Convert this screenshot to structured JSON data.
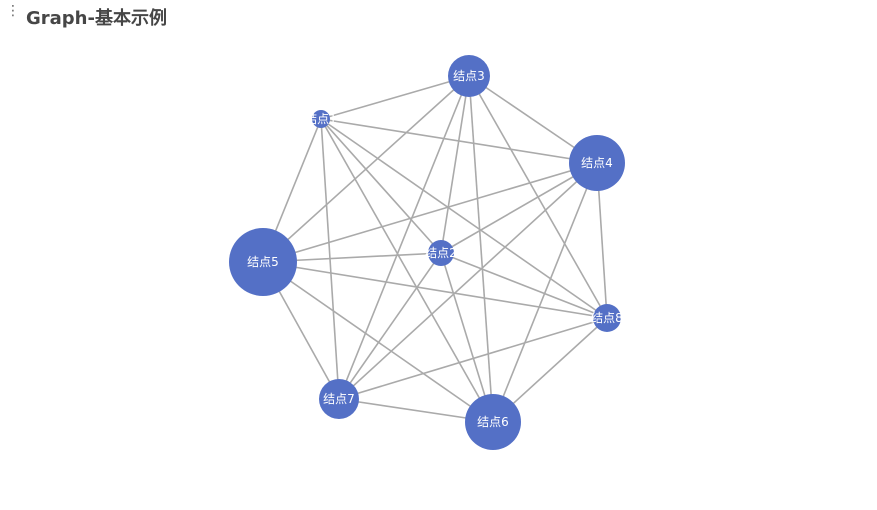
{
  "header": {
    "menu_glyph": "⋮",
    "title": "Graph-基本示例"
  },
  "graph": {
    "node_color": "#5470c6",
    "edge_color": "#aaaaaa",
    "label_color": "#ffffff",
    "nodes": [
      {
        "id": "n1",
        "name": "结点1"
      },
      {
        "id": "n2",
        "name": "结点2"
      },
      {
        "id": "n3",
        "name": "结点3"
      },
      {
        "id": "n4",
        "name": "结点4"
      },
      {
        "id": "n5",
        "name": "结点5"
      },
      {
        "id": "n6",
        "name": "结点6"
      },
      {
        "id": "n7",
        "name": "结点7"
      },
      {
        "id": "n8",
        "name": "结点8"
      }
    ],
    "edges": [
      [
        "n1",
        "n2"
      ],
      [
        "n1",
        "n3"
      ],
      [
        "n1",
        "n4"
      ],
      [
        "n1",
        "n5"
      ],
      [
        "n1",
        "n6"
      ],
      [
        "n1",
        "n7"
      ],
      [
        "n1",
        "n8"
      ],
      [
        "n2",
        "n3"
      ],
      [
        "n2",
        "n4"
      ],
      [
        "n2",
        "n5"
      ],
      [
        "n2",
        "n6"
      ],
      [
        "n2",
        "n7"
      ],
      [
        "n2",
        "n8"
      ],
      [
        "n3",
        "n4"
      ],
      [
        "n3",
        "n5"
      ],
      [
        "n3",
        "n6"
      ],
      [
        "n3",
        "n7"
      ],
      [
        "n3",
        "n8"
      ],
      [
        "n4",
        "n5"
      ],
      [
        "n4",
        "n6"
      ],
      [
        "n4",
        "n7"
      ],
      [
        "n4",
        "n8"
      ],
      [
        "n5",
        "n6"
      ],
      [
        "n5",
        "n7"
      ],
      [
        "n5",
        "n8"
      ],
      [
        "n6",
        "n7"
      ],
      [
        "n6",
        "n8"
      ],
      [
        "n7",
        "n8"
      ]
    ]
  }
}
